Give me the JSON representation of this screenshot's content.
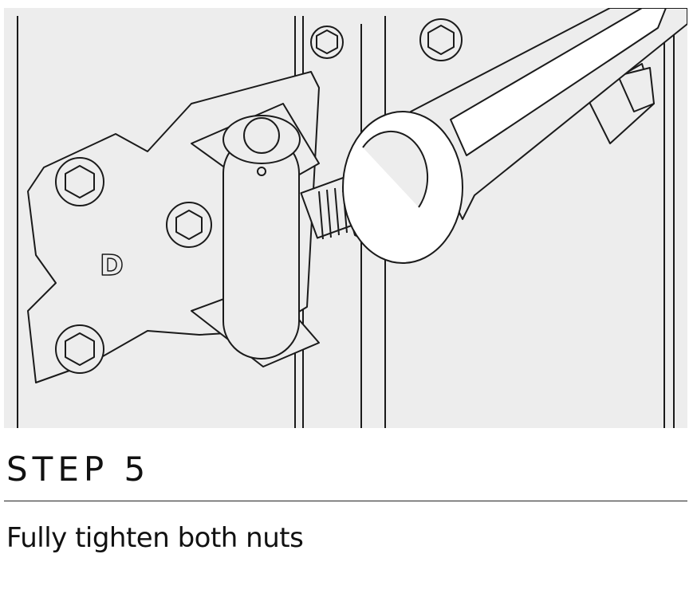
{
  "step": {
    "title": "STEP 5",
    "instruction": "Fully tighten both nuts"
  },
  "figure": {
    "logo_letter": "D",
    "colors": {
      "background": "#ededed",
      "line": "#1a1a1a",
      "text": "#111111"
    }
  }
}
